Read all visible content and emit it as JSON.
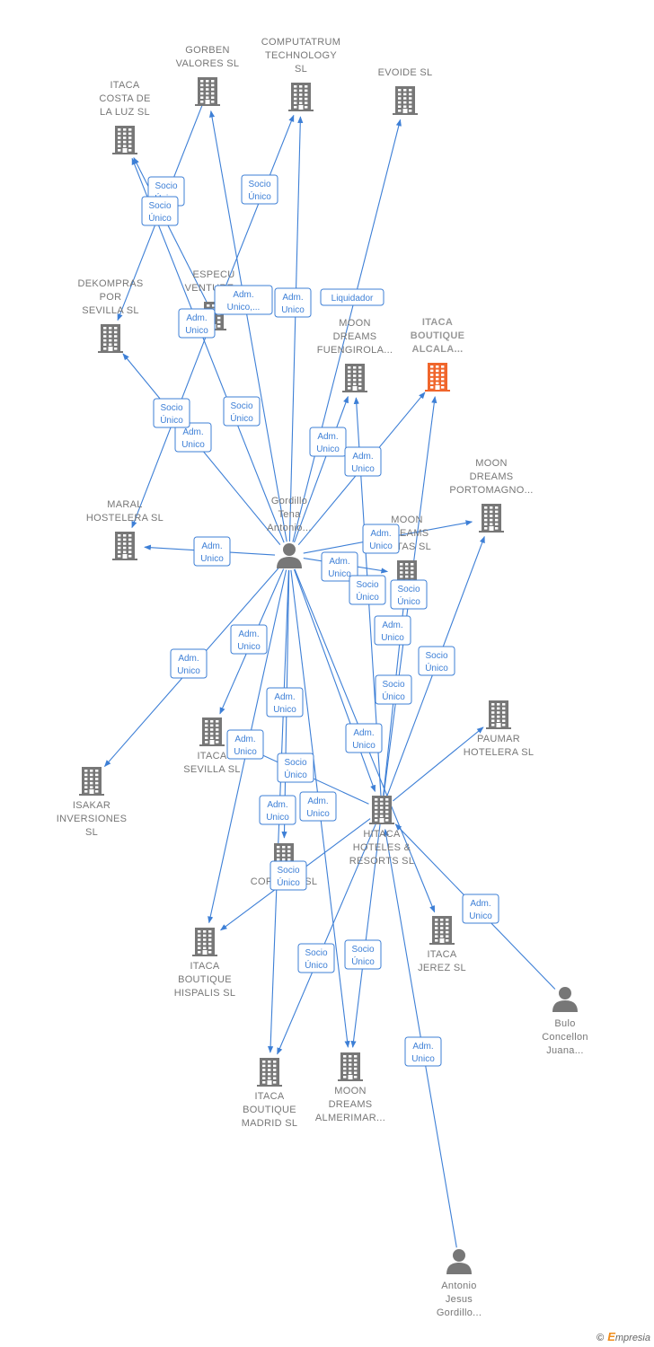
{
  "colors": {
    "edge": "#3d7fd6",
    "building": "#777777",
    "focus_building": "#f0662c",
    "person": "#777777"
  },
  "footer": {
    "copyright": "©",
    "brand_first": "E",
    "brand_rest": "mpresia"
  },
  "nodes": [
    {
      "id": "gorben",
      "type": "company",
      "lines": [
        "GORBEN",
        "VALORES  SL"
      ]
    },
    {
      "id": "computatrum",
      "type": "company",
      "lines": [
        "COMPUTATRUM",
        "TECHNOLOGY",
        "SL"
      ]
    },
    {
      "id": "evoide",
      "type": "company",
      "lines": [
        "EVOIDE  SL"
      ]
    },
    {
      "id": "itaca_costa",
      "type": "company",
      "lines": [
        "ITACA",
        "COSTA DE",
        "LA LUZ  SL"
      ]
    },
    {
      "id": "especu",
      "type": "company",
      "lines": [
        "ESPECU",
        "VENTURE..."
      ]
    },
    {
      "id": "dekompras",
      "type": "company",
      "lines": [
        "DEKOMPRAS",
        "POR",
        "SEVILLA SL"
      ]
    },
    {
      "id": "moon_fuengirola",
      "type": "company",
      "lines": [
        "MOON",
        "DREAMS",
        "FUENGIROLA..."
      ]
    },
    {
      "id": "itaca_alcala",
      "type": "company",
      "focus": true,
      "lines": [
        "ITACA",
        "BOUTIQUE",
        "ALCALA..."
      ]
    },
    {
      "id": "moon_portomagno",
      "type": "company",
      "lines": [
        "MOON",
        "DREAMS",
        "PORTOMAGNO..."
      ]
    },
    {
      "id": "maral",
      "type": "company",
      "lines": [
        "MARAL",
        "HOSTELERA SL"
      ]
    },
    {
      "id": "moon_setas",
      "type": "company",
      "lines": [
        "MOON",
        "DREAMS",
        "SETAS  SL"
      ]
    },
    {
      "id": "paumar",
      "type": "company",
      "lines": [
        "PAUMAR",
        "HOTELERA  SL"
      ]
    },
    {
      "id": "isakar",
      "type": "company",
      "lines": [
        "ISAKAR",
        "INVERSIONES",
        "SL"
      ]
    },
    {
      "id": "itaca_sevilla",
      "type": "company",
      "lines": [
        "ITACA",
        "SEVILLA  SL"
      ]
    },
    {
      "id": "hitaca",
      "type": "company",
      "lines": [
        "HITACA",
        "HOTELES &",
        "RESORTS SL"
      ]
    },
    {
      "id": "itaca_cordoba",
      "type": "company",
      "lines": [
        "CORDOBA  SL"
      ]
    },
    {
      "id": "itaca_jerez",
      "type": "company",
      "lines": [
        "ITACA",
        "JEREZ  SL"
      ]
    },
    {
      "id": "itaca_hispalis",
      "type": "company",
      "lines": [
        "ITACA",
        "BOUTIQUE",
        "HISPALIS  SL"
      ]
    },
    {
      "id": "itaca_madrid",
      "type": "company",
      "lines": [
        "ITACA",
        "BOUTIQUE",
        "MADRID  SL"
      ]
    },
    {
      "id": "moon_almerimar",
      "type": "company",
      "lines": [
        "MOON",
        "DREAMS",
        "ALMERIMAR..."
      ]
    },
    {
      "id": "gordillo_tena",
      "type": "person",
      "lines": [
        "Gordillo",
        "Tena",
        "Antonio..."
      ]
    },
    {
      "id": "bulo",
      "type": "person",
      "lines": [
        "Bulo",
        "Concellon",
        "Juana..."
      ]
    },
    {
      "id": "antonio_jesus",
      "type": "person",
      "lines": [
        "Antonio",
        "Jesus",
        "Gordillo..."
      ]
    }
  ],
  "edges": [
    {
      "from": "gordillo_tena",
      "to": "gorben",
      "label": [
        "Adm.",
        "Unico,..."
      ]
    },
    {
      "from": "gordillo_tena",
      "to": "computatrum",
      "label": [
        "Adm.",
        "Unico"
      ]
    },
    {
      "from": "gordillo_tena",
      "to": "evoide",
      "label": [
        "Liquidador"
      ]
    },
    {
      "from": "gordillo_tena",
      "to": "itaca_costa",
      "label": [
        "Adm.",
        "Unico"
      ]
    },
    {
      "from": "gordillo_tena",
      "to": "dekompras",
      "label": [
        "Adm.",
        "Unico"
      ]
    },
    {
      "from": "gordillo_tena",
      "to": "moon_fuengirola",
      "label": [
        "Adm.",
        "Unico"
      ]
    },
    {
      "from": "gordillo_tena",
      "to": "itaca_alcala",
      "label": [
        "Adm.",
        "Unico"
      ]
    },
    {
      "from": "gordillo_tena",
      "to": "moon_portomagno",
      "label": [
        "Adm.",
        "Unico"
      ]
    },
    {
      "from": "gordillo_tena",
      "to": "maral",
      "label": [
        "Adm.",
        "Unico"
      ]
    },
    {
      "from": "gordillo_tena",
      "to": "moon_setas",
      "label": [
        "Adm.",
        "Unico"
      ]
    },
    {
      "from": "gordillo_tena",
      "to": "isakar",
      "label": [
        "Adm.",
        "Unico"
      ]
    },
    {
      "from": "gordillo_tena",
      "to": "itaca_sevilla",
      "label": [
        "Adm.",
        "Unico"
      ]
    },
    {
      "from": "gordillo_tena",
      "to": "itaca_cordoba",
      "label": [
        "Adm.",
        "Unico"
      ]
    },
    {
      "from": "gordillo_tena",
      "to": "itaca_hispalis",
      "label": [
        "Adm.",
        "Unico"
      ]
    },
    {
      "from": "gordillo_tena",
      "to": "itaca_madrid",
      "label": [
        "Adm.",
        "Unico"
      ]
    },
    {
      "from": "gordillo_tena",
      "to": "moon_almerimar",
      "label": [
        "Adm.",
        "Unico"
      ]
    },
    {
      "from": "gordillo_tena",
      "to": "hitaca",
      "label": [
        "Adm.",
        "Unico"
      ]
    },
    {
      "from": "gordillo_tena",
      "to": "itaca_jerez",
      "label": [
        "Adm.",
        "Unico"
      ]
    },
    {
      "from": "especu",
      "to": "itaca_costa",
      "label": [
        "Socio",
        "Único"
      ]
    },
    {
      "from": "especu",
      "to": "computatrum",
      "label": [
        "Socio",
        "Único"
      ]
    },
    {
      "from": "gorben",
      "to": "dekompras",
      "label": [
        "Socio",
        "Único"
      ]
    },
    {
      "from": "especu",
      "to": "maral",
      "label": [
        "Socio",
        "Único"
      ]
    },
    {
      "from": "hitaca",
      "to": "moon_fuengirola",
      "label": [
        "Socio",
        "Único"
      ]
    },
    {
      "from": "hitaca",
      "to": "itaca_alcala",
      "label": [
        "Socio",
        "Único"
      ]
    },
    {
      "from": "hitaca",
      "to": "moon_portomagno",
      "label": [
        "Socio",
        "Único"
      ]
    },
    {
      "from": "hitaca",
      "to": "moon_setas",
      "label": [
        "Socio",
        "Único"
      ]
    },
    {
      "from": "hitaca",
      "to": "paumar",
      "label": [
        "Socio",
        "Único"
      ]
    },
    {
      "from": "hitaca",
      "to": "itaca_sevilla",
      "label": [
        "Socio",
        "Único"
      ]
    },
    {
      "from": "hitaca",
      "to": "itaca_hispalis",
      "label": [
        "Socio",
        "Único"
      ]
    },
    {
      "from": "hitaca",
      "to": "itaca_madrid",
      "label": [
        "Socio",
        "Único"
      ]
    },
    {
      "from": "hitaca",
      "to": "moon_almerimar",
      "label": [
        "Socio",
        "Único"
      ]
    },
    {
      "from": "bulo",
      "to": "hitaca",
      "label": [
        "Adm.",
        "Unico"
      ]
    },
    {
      "from": "antonio_jesus",
      "to": "hitaca",
      "label": [
        "Adm.",
        "Unico"
      ]
    }
  ]
}
